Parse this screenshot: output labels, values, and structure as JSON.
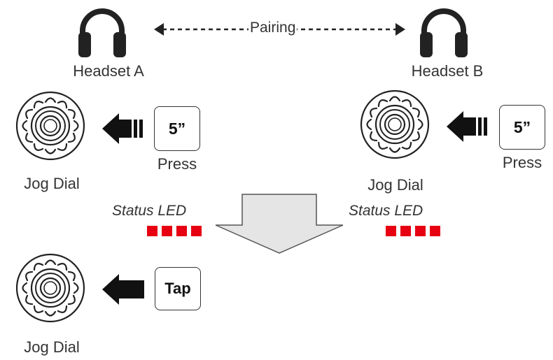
{
  "pairing": {
    "label": "Pairing",
    "headset_a_label": "Headset A",
    "headset_b_label": "Headset B"
  },
  "step1": {
    "left": {
      "dial_label": "Jog Dial",
      "button_text": "5”",
      "action_label": "Press"
    },
    "right": {
      "dial_label": "Jog Dial",
      "button_text": "5”",
      "action_label": "Press"
    }
  },
  "status": {
    "left_label": "Status LED",
    "right_label": "Status LED",
    "led_color": "#e60012",
    "led_count": 4
  },
  "step2": {
    "dial_label": "Jog Dial",
    "button_text": "Tap"
  },
  "icons": [
    "headphones-icon",
    "jog-dial-icon",
    "press-arrow-icon",
    "tap-arrow-icon",
    "down-arrow-icon"
  ],
  "colors": {
    "ink": "#222222",
    "led": "#e60012",
    "down_arrow_fill": "#e5e5e5"
  }
}
